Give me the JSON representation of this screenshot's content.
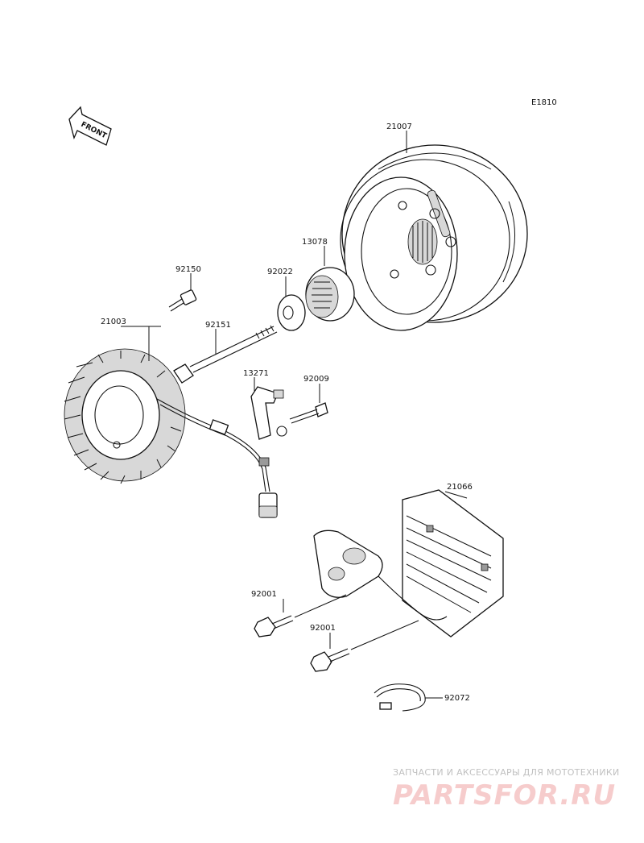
{
  "diagram_code": "E1810",
  "front_arrow_label": "FRONT",
  "parts": {
    "flywheel": "21007",
    "starter_clutch_gear": "13078",
    "washer": "92022",
    "screw_small": "92150",
    "stator": "21003",
    "bolt_long": "92151",
    "bracket": "13271",
    "bolt_bracket": "92009",
    "regulator": "21066",
    "bolt_left": "92001",
    "bolt_right": "92001",
    "clamp": "92072"
  },
  "watermark": {
    "tagline": "ЗАПЧАСТИ И АКСЕССУАРЫ ДЛЯ МОТОТЕХНИКИ",
    "logo": "PARTSFOR.RU"
  }
}
